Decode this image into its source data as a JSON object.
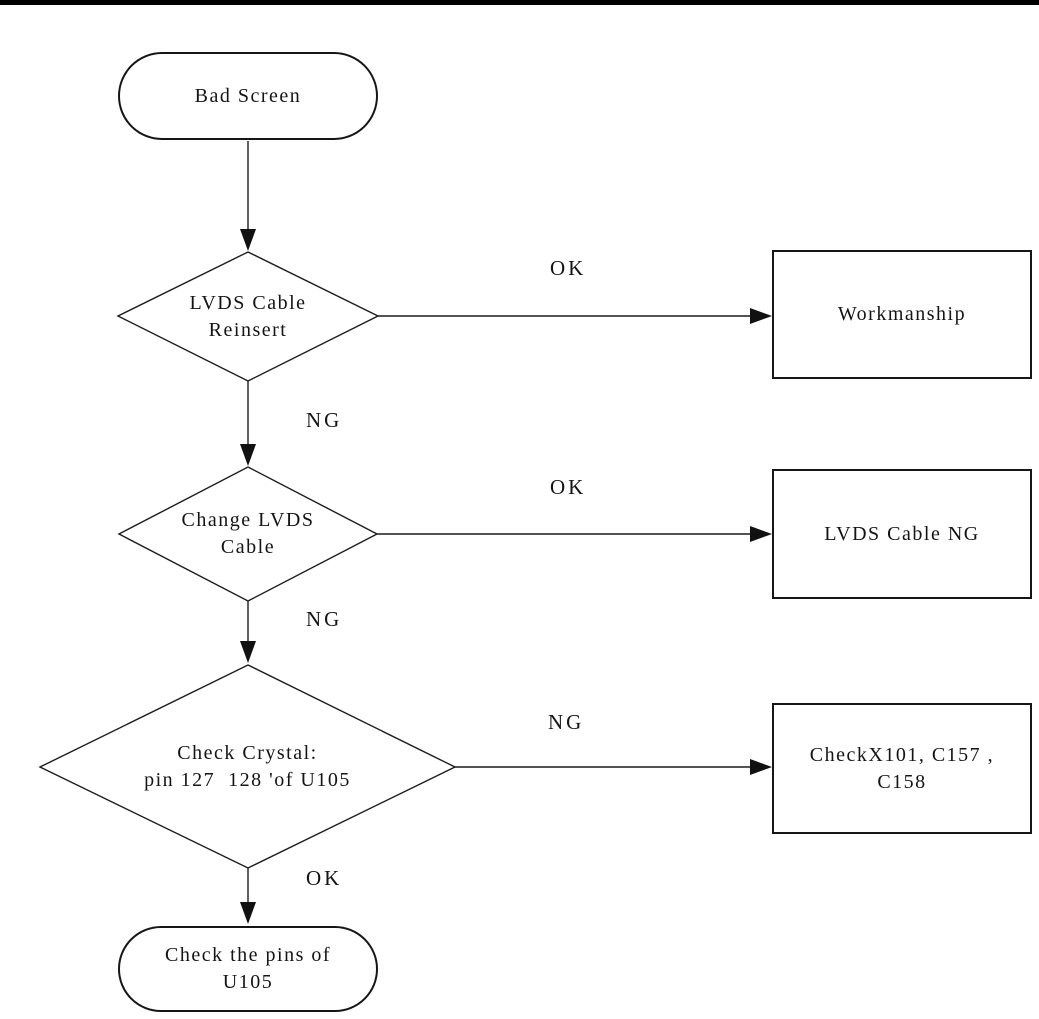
{
  "colors": {
    "ink": "#161616",
    "paper": "#ffffff"
  },
  "flow": {
    "start": {
      "label": "Bad Screen"
    },
    "decision1": {
      "line1": "LVDS Cable",
      "line2": "Reinsert",
      "ok_label": "OK",
      "ng_label": "NG"
    },
    "result1": {
      "label": "Workmanship"
    },
    "decision2": {
      "line1": "Change LVDS",
      "line2": "Cable",
      "ok_label": "OK",
      "ng_label": "NG"
    },
    "result2": {
      "label": "LVDS Cable NG"
    },
    "decision3": {
      "line1": "Check Crystal:",
      "line2": "pin 127  128 'of U105",
      "ng_label": "NG",
      "ok_label": "OK"
    },
    "result3": {
      "line1": "CheckX101, C157 ,",
      "line2": "C158"
    },
    "end": {
      "line1": "Check the pins of",
      "line2": "U105"
    }
  }
}
